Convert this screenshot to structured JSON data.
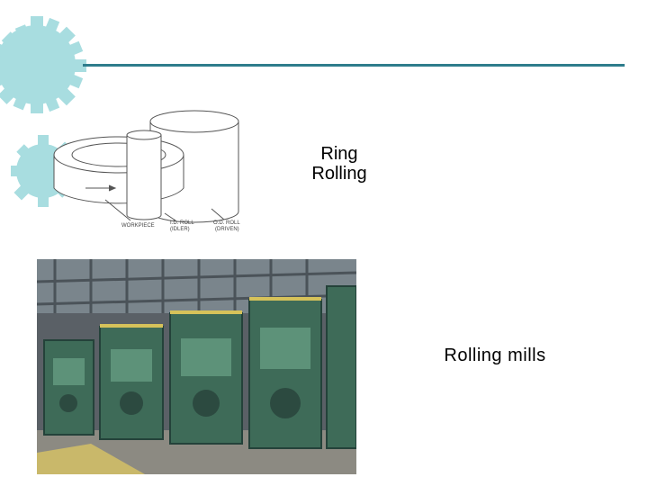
{
  "slide": {
    "caption_ring": [
      "Ring",
      "Rolling"
    ],
    "caption_mills": "Rolling mills"
  },
  "diagram": {
    "labels": {
      "workpiece": "WORKPIECE",
      "id_roll": "I.D. ROLL",
      "id_roll_sub": "(IDLER)",
      "od_roll": "O.D. ROLL",
      "od_roll_sub": "(DRIVEN)"
    }
  },
  "colors": {
    "accent": "#2e7d8c",
    "gear": "#a8dde0",
    "machine": "#3e6b58"
  },
  "icons": [
    "gear-icon",
    "gear-icon"
  ]
}
